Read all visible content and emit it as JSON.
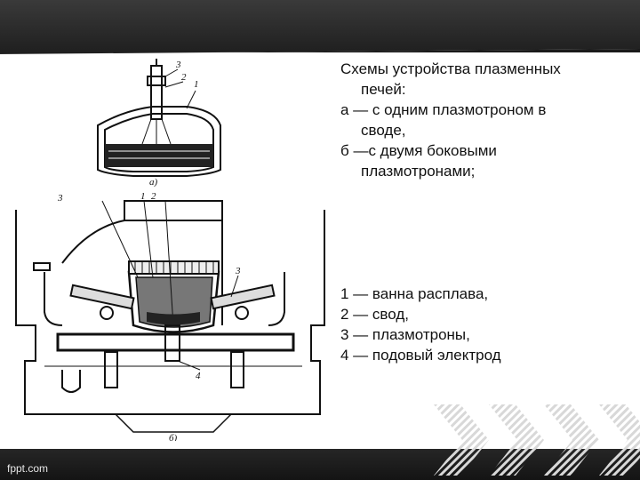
{
  "slide": {
    "heading_lines": [
      "Схемы устройства плазменных",
      "печей:"
    ],
    "item_a_lines": [
      "а — с одним плазмотроном в",
      "своде,"
    ],
    "item_b_lines": [
      "б —с двумя боковыми",
      "плазмотронами;"
    ],
    "legend": [
      "1 — ванна расплава,",
      "2 — свод,",
      "3 — плазмотроны,",
      "4 — подовый электрод"
    ]
  },
  "figure": {
    "labels_a": [
      "3",
      "2",
      "1"
    ],
    "caption_a": "а)",
    "labels_b": [
      "3",
      "1",
      "2",
      "3",
      "4"
    ],
    "caption_b": "б)"
  },
  "watermark": "fppt.com"
}
